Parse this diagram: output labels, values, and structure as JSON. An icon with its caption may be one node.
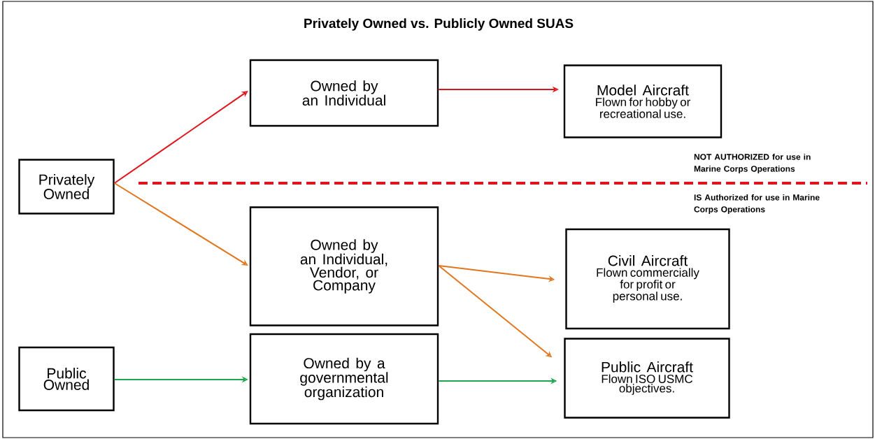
{
  "diagram": {
    "title": "Privately Owned vs. Publicly Owned SUAS",
    "nodes": [
      {
        "text": [
          "Privately Owned"
        ]
      },
      {
        "text": [
          "Owned by an Individual"
        ]
      },
      {
        "text": [
          "Model Aircraft",
          "Flown for hobby or recreational use."
        ]
      },
      {
        "text": [
          "Owned by an Individual, Vendor, or Company"
        ]
      },
      {
        "text": [
          "Civil Aircraft",
          "Flown commercially for profit or personal use."
        ]
      },
      {
        "text": [
          "Public Owned"
        ]
      },
      {
        "text": [
          "Owned by a governmental organization"
        ]
      },
      {
        "text": [
          "Public Aircraft",
          "Flown ISO USMC objectives."
        ]
      }
    ],
    "edges": [
      {
        "from": 0,
        "to": 1,
        "arrow": "to",
        "color": "#e0141c"
      },
      {
        "from": 1,
        "to": 2,
        "arrow": "to",
        "color": "#e0141c"
      },
      {
        "from": 0,
        "to": 3,
        "arrow": "to",
        "color": "#e0761e"
      },
      {
        "from": 3,
        "to": 4,
        "arrow": "to",
        "color": "#e0761e"
      },
      {
        "from": 3,
        "to": 7,
        "arrow": "to",
        "color": "#e0761e"
      },
      {
        "from": 5,
        "to": 6,
        "arrow": "to",
        "color": "#1aa64a"
      },
      {
        "from": 6,
        "to": 7,
        "arrow": "to",
        "color": "#1aa64a"
      }
    ],
    "labels": [
      "NOT AUTHORIZED for use in Marine Corps Operations",
      "IS Authorized for use in Marine Corps Operations"
    ]
  }
}
